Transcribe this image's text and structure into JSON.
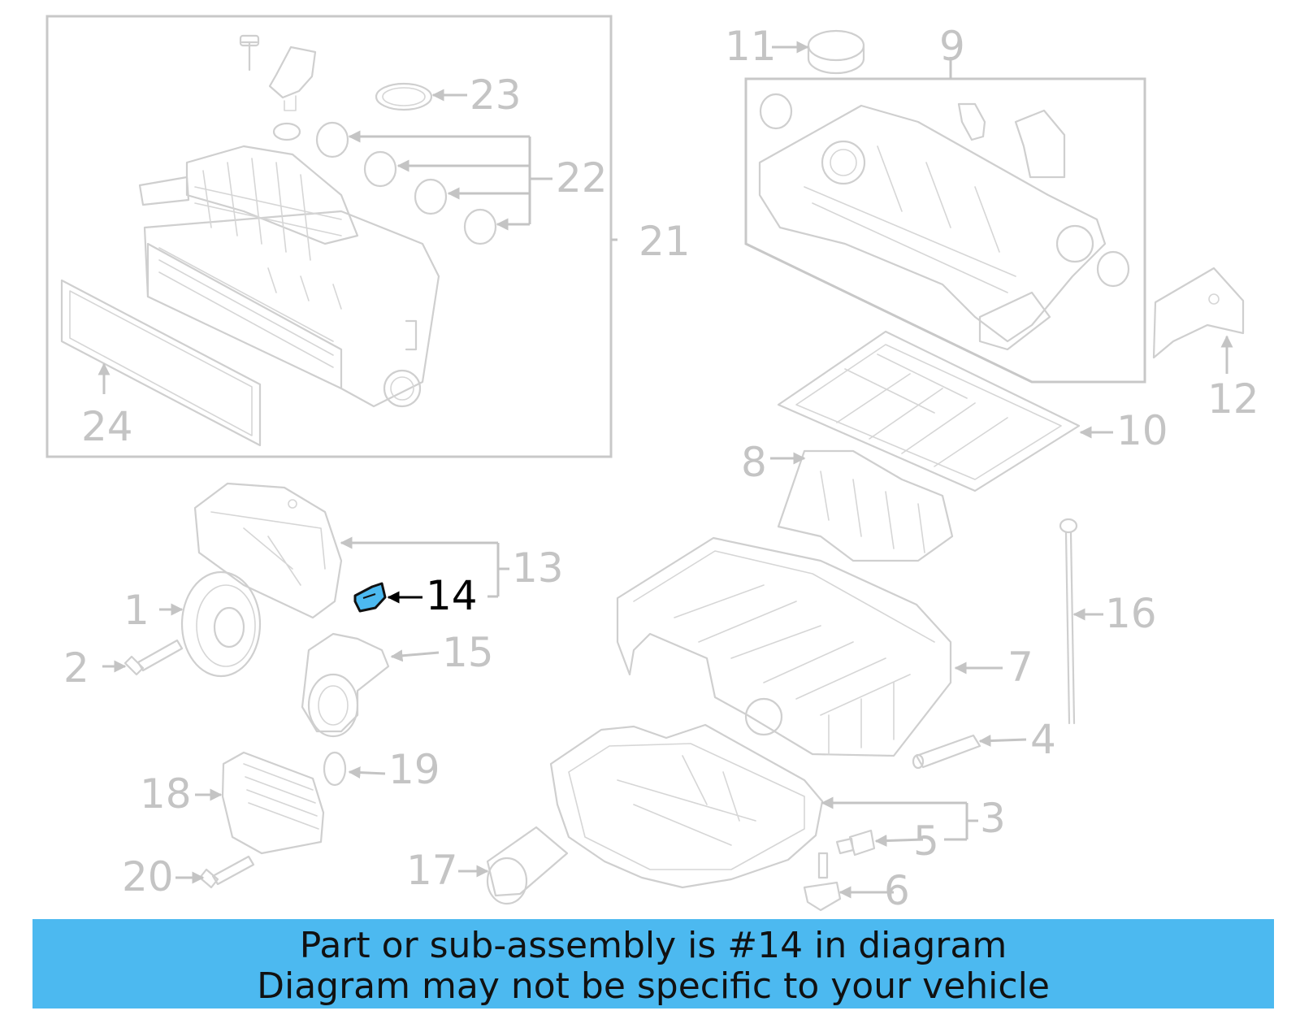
{
  "callouts": [
    {
      "id": "1",
      "label": "1"
    },
    {
      "id": "2",
      "label": "2"
    },
    {
      "id": "3",
      "label": "3"
    },
    {
      "id": "4",
      "label": "4"
    },
    {
      "id": "5",
      "label": "5"
    },
    {
      "id": "6",
      "label": "6"
    },
    {
      "id": "7",
      "label": "7"
    },
    {
      "id": "8",
      "label": "8"
    },
    {
      "id": "9",
      "label": "9"
    },
    {
      "id": "10",
      "label": "10"
    },
    {
      "id": "11",
      "label": "11"
    },
    {
      "id": "12",
      "label": "12"
    },
    {
      "id": "13",
      "label": "13"
    },
    {
      "id": "14",
      "label": "14"
    },
    {
      "id": "15",
      "label": "15"
    },
    {
      "id": "16",
      "label": "16"
    },
    {
      "id": "17",
      "label": "17"
    },
    {
      "id": "18",
      "label": "18"
    },
    {
      "id": "19",
      "label": "19"
    },
    {
      "id": "20",
      "label": "20"
    },
    {
      "id": "21",
      "label": "21"
    },
    {
      "id": "22",
      "label": "22"
    },
    {
      "id": "23",
      "label": "23"
    },
    {
      "id": "24",
      "label": "24"
    }
  ],
  "highlighted_part": "14",
  "colors": {
    "highlight_fill": "#4cb9f0",
    "banner_background": "#4cb9f0",
    "ghost_line": "#cfcfcf",
    "callout_gray": "#c4c4c4",
    "callout_active": "#000000"
  },
  "banner": {
    "line1": "Part or sub-assembly is #14 in diagram",
    "line2": "Diagram may not be specific to your vehicle"
  }
}
